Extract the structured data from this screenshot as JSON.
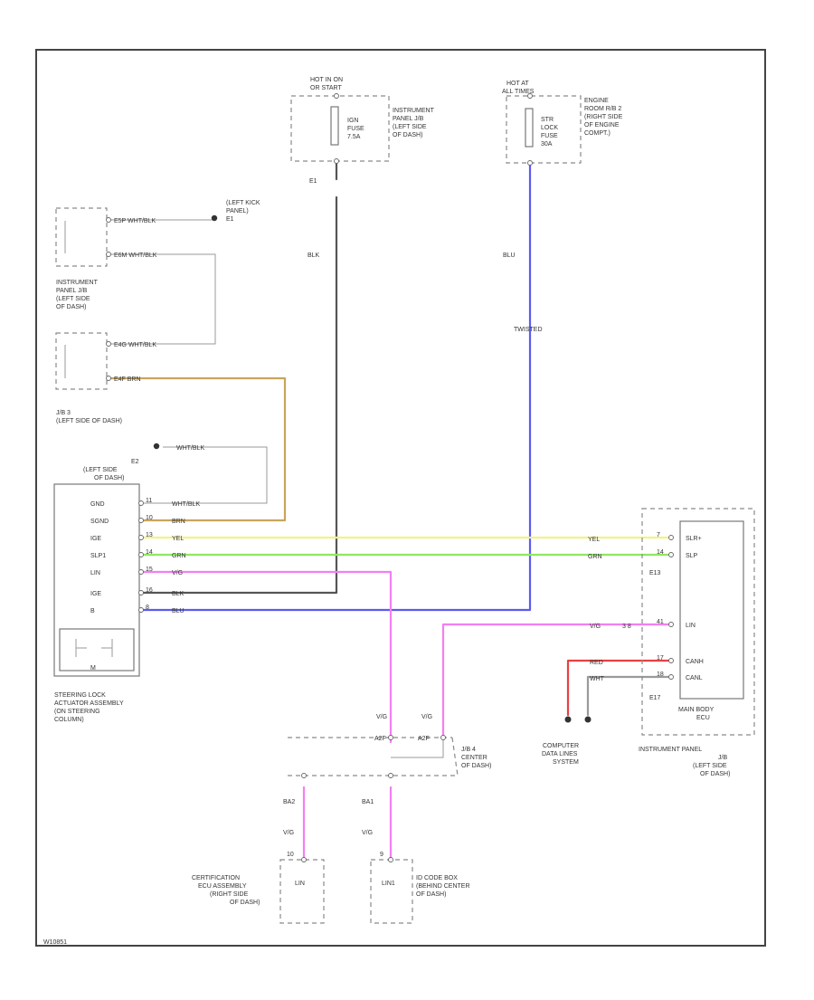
{
  "fuse_boxes": {
    "ig_hot": {
      "header_1": "HOT IN ON",
      "header_2": "OR START",
      "fuse_1": "IGN",
      "fuse_2": "FUSE",
      "fuse_3": "7.5A",
      "jb_1": "INSTRUMENT",
      "jb_2": "PANEL J/B",
      "jb_3": "(LEFT SIDE",
      "jb_4": "OF DASH)"
    },
    "at_all_times": {
      "header_1": "HOT AT",
      "header_2": "ALL TIMES",
      "fuse_1": "STR",
      "fuse_2": "LOCK",
      "fuse_3": "FUSE",
      "fuse_4": "30A",
      "jb_1": "ENGINE",
      "jb_2": "ROOM R/B 2",
      "jb_3": "(RIGHT SIDE",
      "jb_4": "OF ENGINE",
      "jb_5": "COMPT.)"
    }
  },
  "wire_labels": {
    "e1_conn": "E1",
    "blk_main": "BLK",
    "blu_main": "BLU",
    "twisted": "TWISTED",
    "ie1_row": "E5P  WHT/BLK",
    "ie2_row": "E6M  WHT/BLK",
    "ie3_row": "E4G  WHT/BLK",
    "ie4_row": "E4F  BRN",
    "ground_row": "WHT/BLK",
    "r_yel": "YEL",
    "r_grn": "GRN",
    "lin_v": "V/G",
    "lin_v_pin": "3  8",
    "red_lbl": "RED",
    "wht_lbl": "WHT",
    "vg_left": "V/G",
    "vg_right": "V/G",
    "bas_left": "BA2",
    "bas_right": "BA1",
    "vg_low_left": "V/G",
    "vg_low_right": "V/G"
  },
  "ground_points": {
    "left_kick": {
      "l1": "(LEFT KICK",
      "l2": "PANEL)",
      "l3": "E1"
    },
    "e2": {
      "id": "E2",
      "l1": "(LEFT SIDE",
      "l2": "OF DASH)"
    }
  },
  "connectors": {
    "ip_jb_left": {
      "l1": "INSTRUMENT",
      "l2": "PANEL J/B",
      "l3": "(LEFT SIDE",
      "l4": "OF DASH)"
    },
    "jb3": {
      "l1": "J/B 3",
      "l2": "(LEFT SIDE OF DASH)"
    },
    "jb4": {
      "l1": "J/B 4",
      "l2": "CENTER",
      "l3": "OF DASH)"
    },
    "jb4_pin_a": "A2F",
    "jb4_pin_b": "A2F"
  },
  "steering_lock": {
    "pins": [
      {
        "label": "GND",
        "num": "11",
        "color": "WHT/BLK"
      },
      {
        "label": "SGND",
        "num": "10",
        "color": "BRN"
      },
      {
        "label": "IGE",
        "num": "13",
        "color": "YEL"
      },
      {
        "label": "SLP1",
        "num": "14",
        "color": "GRN"
      },
      {
        "label": "LIN",
        "num": "15",
        "color": "V/G"
      },
      {
        "label": "IGE",
        "num": "16",
        "color": "BLK"
      },
      {
        "label": "B",
        "num": "8",
        "color": "BLU"
      }
    ],
    "motor": "M",
    "caption_1": "STEERING LOCK",
    "caption_2": "ACTUATOR ASSEMBLY",
    "caption_3": "(ON STEERING",
    "caption_4": "COLUMN)"
  },
  "main_body": {
    "pins": [
      {
        "num": "7",
        "label": "SLR+"
      },
      {
        "num": "14",
        "label": "SLP"
      },
      {
        "num": "E13",
        "label": ""
      },
      {
        "num": "41",
        "label": "LIN"
      },
      {
        "num": "17",
        "label": "CANH"
      },
      {
        "num": "18",
        "label": "CANL"
      },
      {
        "num": "E17",
        "label": ""
      }
    ],
    "ecu_1": "MAIN BODY",
    "ecu_2": "ECU",
    "jb_1": "INSTRUMENT PANEL",
    "jb_2": "J/B",
    "jb_3": "(LEFT SIDE",
    "jb_4": "OF DASH)"
  },
  "can_system": {
    "l1": "COMPUTER",
    "l2": "DATA LINES",
    "l3": "SYSTEM"
  },
  "certification_ecu": {
    "lbl": "LIN",
    "l1": "CERTIFICATION",
    "l2": "ECU ASSEMBLY",
    "l3": "(RIGHT SIDE",
    "l4": "OF DASH)",
    "pin": "10"
  },
  "id_code_box": {
    "lbl": "LIN1",
    "l1": "ID CODE BOX",
    "l2": "(BEHIND CENTER",
    "l3": "OF DASH)",
    "pin": "9"
  },
  "figure_id": "W10851",
  "colors": {
    "blk": "#555555",
    "blu": "#5b5bf0",
    "brn": "#c9a45c",
    "yel": "#f2f28a",
    "grn": "#8ee860",
    "vg": "#f47ef4",
    "red": "#e84040",
    "wht": "#9a9a9a"
  }
}
